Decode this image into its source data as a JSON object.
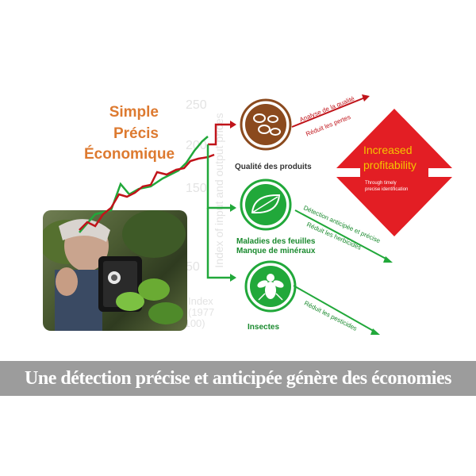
{
  "tagline": [
    "Simple",
    "Précis",
    "Économique"
  ],
  "background_chart": {
    "ticks": [
      "250",
      "200",
      "150",
      "50"
    ],
    "axis_label": "Index of input and output prices",
    "index_label_1": "Index",
    "index_label_2": "(1977",
    "index_label_3": "=100)"
  },
  "categories": [
    {
      "label": "Qualité des produits",
      "icon": "beans-icon",
      "color": "#8b4a1e",
      "arrow_color": "#c0141a",
      "benefits": [
        "Analyse de la qualité",
        "Réduit les pertes"
      ]
    },
    {
      "label_line1": "Maladies des feuilles",
      "label_line2": "Manque de minéraux",
      "icon": "leaf-icon",
      "color": "#1fa33a",
      "arrow_color": "#1fa33a",
      "benefits": [
        "Détection anticipée et précise",
        "Réduit les herbicides"
      ]
    },
    {
      "label": "Insectes",
      "icon": "bug-icon",
      "color": "#1fa33a",
      "arrow_color": "#1fa33a",
      "benefits": [
        "Réduit les pesticides"
      ]
    }
  ],
  "profitability": {
    "title_line1": "Increased",
    "title_line2": "profitability",
    "sub_line1": "Through timely",
    "sub_line2": "precise identification",
    "color": "#e31e24"
  },
  "banner": {
    "text": "Une détection précise et anticipée génère des économies"
  },
  "colors": {
    "orange": "#dd7a30",
    "brown": "#8b4a1e",
    "green": "#1fa33a",
    "red": "#c0141a"
  }
}
